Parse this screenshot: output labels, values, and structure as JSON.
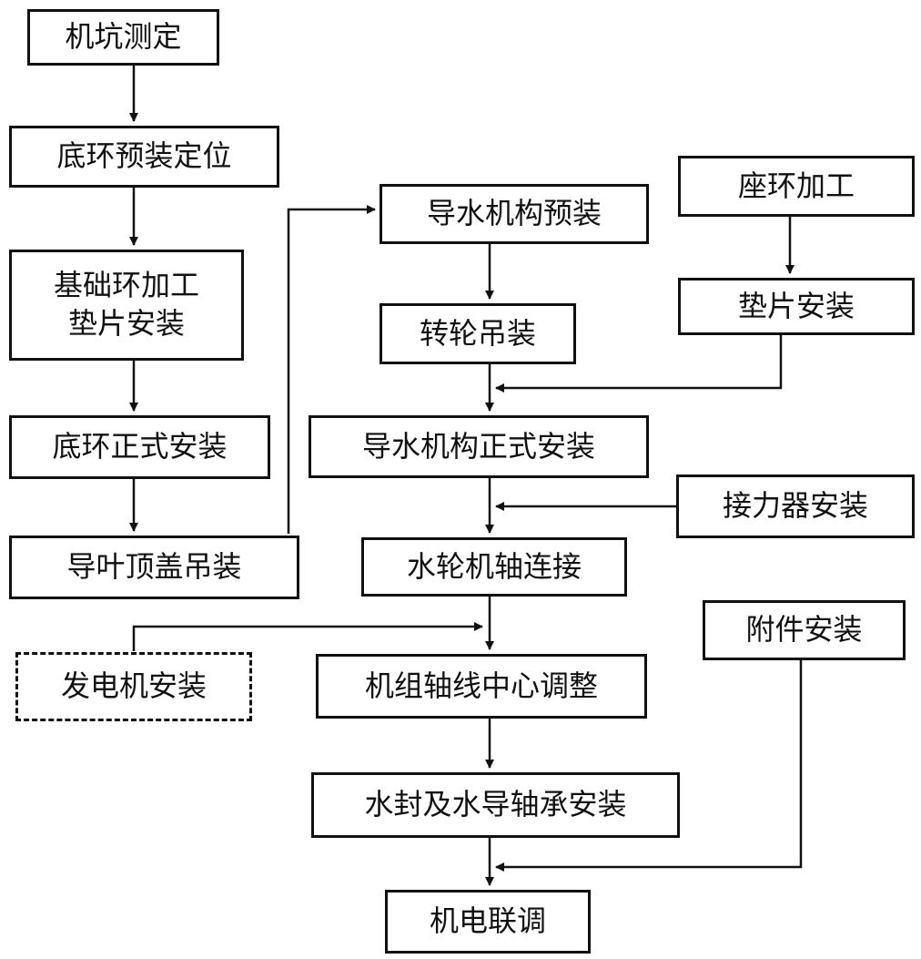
{
  "nodes": {
    "jikeng_cedding": "机坑测定",
    "dihuan_yuzhuang": "底环预装定位",
    "jichuhuan_jiagong": "基础环加工\n垫片安装",
    "dihuan_zhengshi": "底环正式安装",
    "daoye_dinggai": "导叶顶盖吊装",
    "fadianji": "发电机安装",
    "daoshui_yuzhuang": "导水机构预装",
    "zhuanlun_diaozhuang": "转轮吊装",
    "daoshui_zhengshi": "导水机构正式安装",
    "zhou_lianjie": "水轮机轴连接",
    "zhouxian_tiaozheng": "机组轴线中心调整",
    "shuifeng": "水封及水导轴承安装",
    "jidian_liantiao": "机电联调",
    "zuohuan_jiagong": "座环加工",
    "dianpian_anzhuang": "垫片安装",
    "jielliqi": "接力器安装",
    "fujian": "附件安装"
  },
  "colors": {
    "line": "#111111",
    "background": "#ffffff"
  }
}
